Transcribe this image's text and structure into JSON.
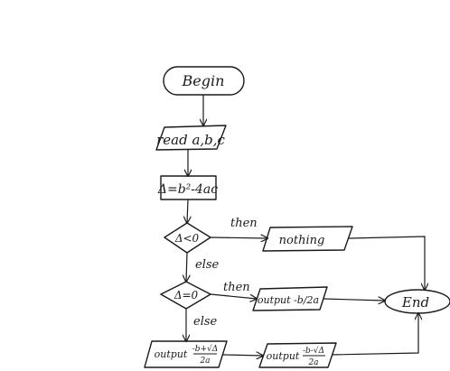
{
  "flowchart": {
    "begin": "Begin",
    "read": "read a,b,c",
    "delta_assign": "Δ=b²-4ac",
    "cond_negative": "Δ<0",
    "cond_zero": "Δ=0",
    "then_1": "then",
    "then_2": "then",
    "else_1": "else",
    "else_2": "else",
    "nothing": "nothing",
    "output_single": "output -b/2a",
    "output_plus_label": "output",
    "output_plus_num": "-b+√Δ",
    "output_plus_den": "2a",
    "output_minus_label": "output",
    "output_minus_num": "-b-√Δ",
    "output_minus_den": "2a",
    "end": "End"
  }
}
